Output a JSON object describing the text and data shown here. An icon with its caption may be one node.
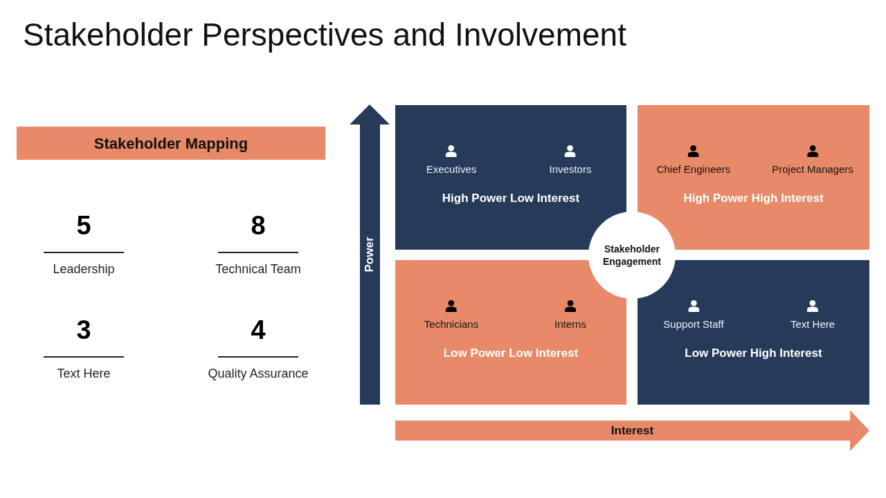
{
  "diagram": {
    "title": "Stakeholder Perspectives and Involvement",
    "nodes": [
      {
        "text": [
          "Stakeholder Mapping"
        ]
      },
      {
        "text": [
          "Executives",
          "Investors",
          "High Power Low Interest"
        ]
      },
      {
        "text": [
          "Chief Engineers",
          "Project Managers",
          "High Power High Interest"
        ]
      },
      {
        "text": [
          "Technicians",
          "Interns",
          "Low Power Low Interest"
        ]
      },
      {
        "text": [
          "Support Staff",
          "Text Here",
          "Low Power High Interest"
        ]
      },
      {
        "text": [
          "Stakeholder Engagement"
        ]
      },
      {
        "text": [
          "Power"
        ]
      },
      {
        "text": [
          "Interest"
        ]
      }
    ],
    "labels": [
      "5",
      "Leadership",
      "8",
      "Technical Team",
      "3",
      "Text Here",
      "4",
      "Quality Assurance"
    ]
  }
}
